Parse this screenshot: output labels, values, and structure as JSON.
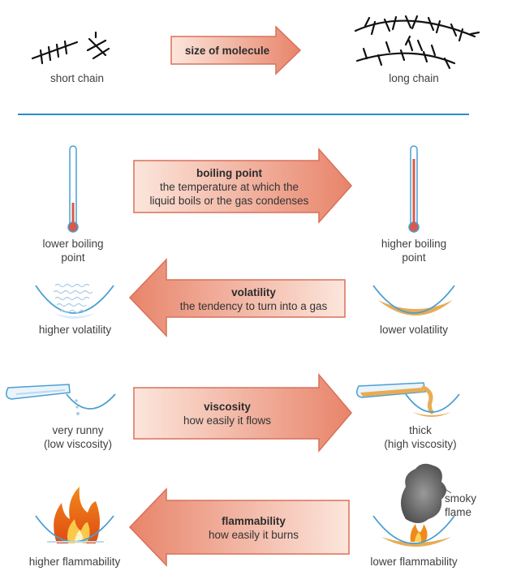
{
  "top": {
    "left_label": "short chain",
    "arrow_label": "size of molecule",
    "right_label": "long chain"
  },
  "rows": [
    {
      "title": "boiling point",
      "desc_line1": "the temperature at which the",
      "desc_line2": "liquid boils or the gas condenses",
      "left_label_1": "lower boiling",
      "left_label_2": "point",
      "right_label_1": "higher boiling",
      "right_label_2": "point"
    },
    {
      "title": "volatility",
      "desc_line1": "the tendency to turn into a gas",
      "left_label_1": "higher volatility",
      "right_label_1": "lower volatility"
    },
    {
      "title": "viscosity",
      "desc_line1": "how easily it flows",
      "left_label_1": "very runny",
      "left_label_2": "(low viscosity)",
      "right_label_1": "thick",
      "right_label_2": "(high viscosity)"
    },
    {
      "title": "flammability",
      "desc_line1": "how easily it burns",
      "left_label_1": "higher flammability",
      "right_label_1": "lower flammability",
      "smoke_label_1": "smoky",
      "smoke_label_2": "flame"
    }
  ],
  "colors": {
    "arrow_fill_light": "#fbe0d6",
    "arrow_fill_dark": "#e98a6f",
    "arrow_stroke": "#d9705a",
    "divider": "#2a8fc8",
    "dish": "#4a9fd3",
    "liquid": "#e7ac55",
    "thermometer_red": "#d65a4a"
  }
}
